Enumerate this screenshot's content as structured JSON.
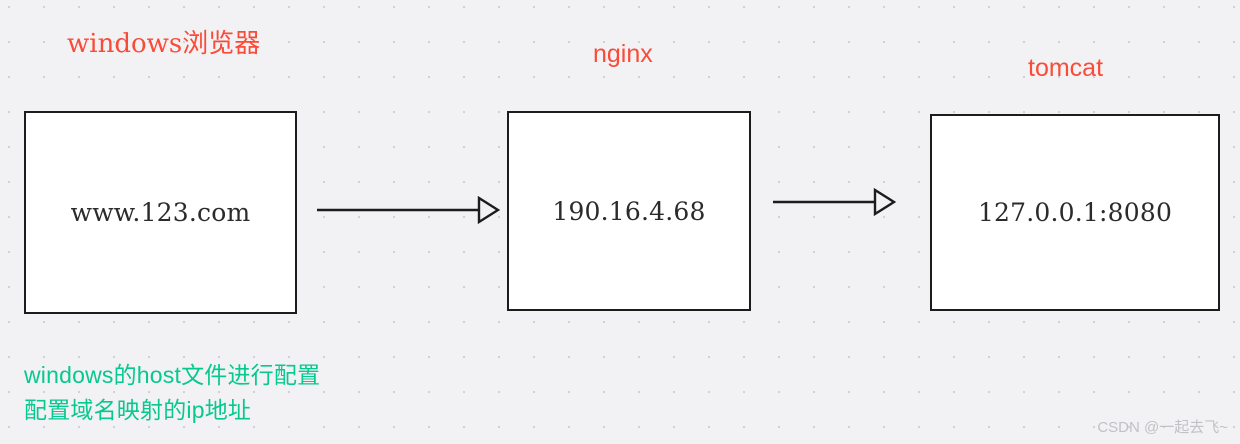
{
  "diagram": {
    "background_color": "#f2f2f4",
    "grid_dot_color": "#d2d2d6",
    "accent_red": "#fa4b38",
    "accent_green": "#07c88e",
    "node_border_color": "#1c1c1e",
    "nodes": [
      {
        "id": "browser",
        "title": "windows浏览器",
        "label": "www.123.com"
      },
      {
        "id": "nginx",
        "title": "nginx",
        "label": "190.16.4.68"
      },
      {
        "id": "tomcat",
        "title": "tomcat",
        "label": "127.0.0.1:8080"
      }
    ],
    "connectors": [
      {
        "id": "browser-to-nginx",
        "from": "browser",
        "to": "nginx",
        "style": "open-arrow"
      },
      {
        "id": "nginx-to-tomcat",
        "from": "nginx",
        "to": "tomcat",
        "style": "open-arrow"
      }
    ],
    "annotation": {
      "line1": "windows的host文件进行配置",
      "line2": "配置域名映射的ip地址"
    },
    "watermark": "CSDN @一起去飞~"
  }
}
